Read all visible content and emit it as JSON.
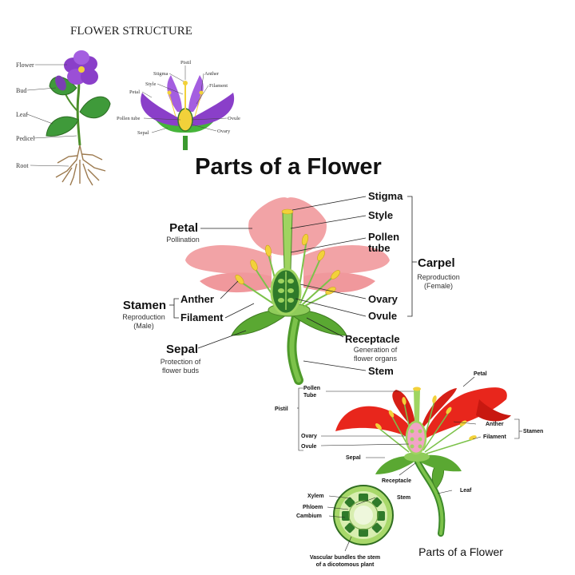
{
  "top_left": {
    "title": "FLOWER STRUCTURE",
    "plant_labels": [
      "Flower",
      "Bud",
      "Leaf",
      "Pedicel",
      "Root"
    ],
    "flower_labels": {
      "pistil": "Pistil",
      "stigma": "Stigma",
      "style": "Style",
      "petal": "Petal",
      "anther": "Anther",
      "filament": "Filament",
      "pollen_tube": "Pollen tube",
      "ovule": "Ovule",
      "sepal": "Sepal",
      "ovary": "Ovary"
    }
  },
  "main": {
    "title": "Parts of a Flower",
    "stigma": "Stigma",
    "style": "Style",
    "pollen_tube_1": "Pollen",
    "pollen_tube_2": "tube",
    "carpel": "Carpel",
    "carpel_sub_1": "Reproduction",
    "carpel_sub_2": "(Female)",
    "petal": "Petal",
    "petal_sub": "Pollination",
    "stamen": "Stamen",
    "stamen_sub_1": "Reproduction",
    "stamen_sub_2": "(Male)",
    "anther": "Anther",
    "filament": "Filament",
    "ovary": "Ovary",
    "ovule": "Ovule",
    "receptacle": "Receptacle",
    "receptacle_sub_1": "Generation of",
    "receptacle_sub_2": "flower organs",
    "sepal": "Sepal",
    "sepal_sub_1": "Protection of",
    "sepal_sub_2": "flower buds",
    "stem": "Stem"
  },
  "bottom_right": {
    "petal": "Petal",
    "pollen_tube_1": "Pollen",
    "pollen_tube_2": "Tube",
    "pistil": "Pistil",
    "anther": "Anther",
    "filament": "Filament",
    "stamen": "Stamen",
    "ovary": "Ovary",
    "ovule": "Ovule",
    "sepal": "Sepal",
    "receptacle": "Receptacle",
    "leaf": "Leaf",
    "stem": "Stem",
    "xylem": "Xylem",
    "phloem": "Phloem",
    "cambium": "Cambium",
    "vascular_1": "Vascular bundles the stem",
    "vascular_2": "of a dicotomous plant",
    "title": "Parts of a Flower"
  },
  "colors": {
    "main_petal": "#f2a3a6",
    "red_petal": "#e8261c",
    "purple_petal": "#8a3fc9",
    "leaf_green": "#5aa832",
    "ovary_green": "#2f7a2a",
    "anther_yellow": "#f2d13a"
  }
}
